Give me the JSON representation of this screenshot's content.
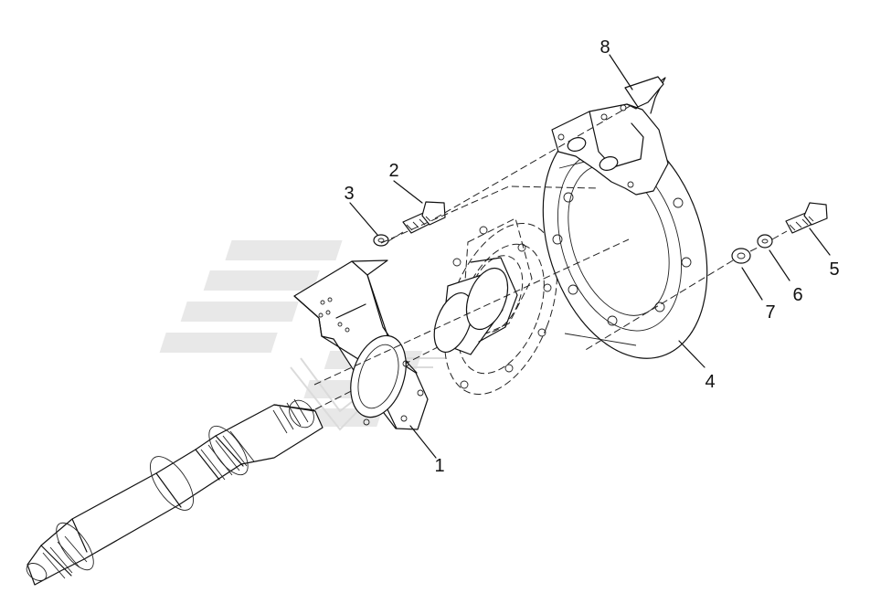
{
  "diagram": {
    "labels": [
      {
        "id": "p1",
        "text": "1"
      },
      {
        "id": "p2",
        "text": "2"
      },
      {
        "id": "p3",
        "text": "3"
      },
      {
        "id": "p4",
        "text": "4"
      },
      {
        "id": "p5",
        "text": "5"
      },
      {
        "id": "p6",
        "text": "6"
      },
      {
        "id": "p7",
        "text": "7"
      },
      {
        "id": "p8",
        "text": "8"
      }
    ],
    "colors": {
      "line": "#111111",
      "background": "#ffffff",
      "watermark": "#dddddd"
    }
  }
}
